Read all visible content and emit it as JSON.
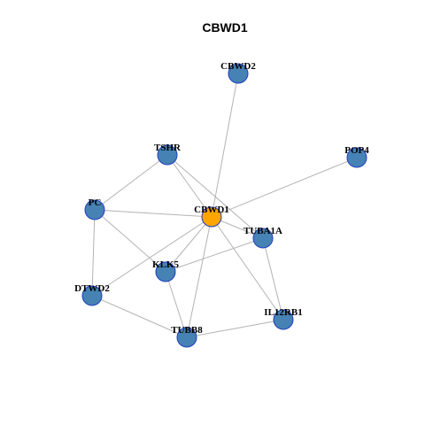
{
  "title": "CBWD1",
  "colors": {
    "node_fill": "#4682b4",
    "center_fill": "#ffa500",
    "node_border": "#1f3fbf",
    "edge": "#b3b3b3"
  },
  "center": "CBWD1",
  "nodes": [
    {
      "id": "CBWD2",
      "label": "CBWD2"
    },
    {
      "id": "TSHR",
      "label": "TSHR"
    },
    {
      "id": "POP4",
      "label": "POP4"
    },
    {
      "id": "PC",
      "label": "PC"
    },
    {
      "id": "CBWD1",
      "label": "CBWD1"
    },
    {
      "id": "TUBA1A",
      "label": "TUBA1A"
    },
    {
      "id": "KLK5",
      "label": "KLK5"
    },
    {
      "id": "DTWD2",
      "label": "DTWD2"
    },
    {
      "id": "IL12RB1",
      "label": "IL12RB1"
    },
    {
      "id": "TUBB8",
      "label": "TUBB8"
    }
  ],
  "edges": [
    [
      "CBWD1",
      "CBWD2"
    ],
    [
      "CBWD1",
      "TSHR"
    ],
    [
      "CBWD1",
      "POP4"
    ],
    [
      "CBWD1",
      "PC"
    ],
    [
      "CBWD1",
      "TUBA1A"
    ],
    [
      "CBWD1",
      "KLK5"
    ],
    [
      "CBWD1",
      "DTWD2"
    ],
    [
      "CBWD1",
      "IL12RB1"
    ],
    [
      "CBWD1",
      "TUBB8"
    ],
    [
      "TSHR",
      "PC"
    ],
    [
      "TSHR",
      "TUBA1A"
    ],
    [
      "PC",
      "DTWD2"
    ],
    [
      "PC",
      "KLK5"
    ],
    [
      "TUBA1A",
      "KLK5"
    ],
    [
      "TUBA1A",
      "IL12RB1"
    ],
    [
      "KLK5",
      "TUBB8"
    ],
    [
      "DTWD2",
      "TUBB8"
    ],
    [
      "TUBB8",
      "IL12RB1"
    ]
  ]
}
